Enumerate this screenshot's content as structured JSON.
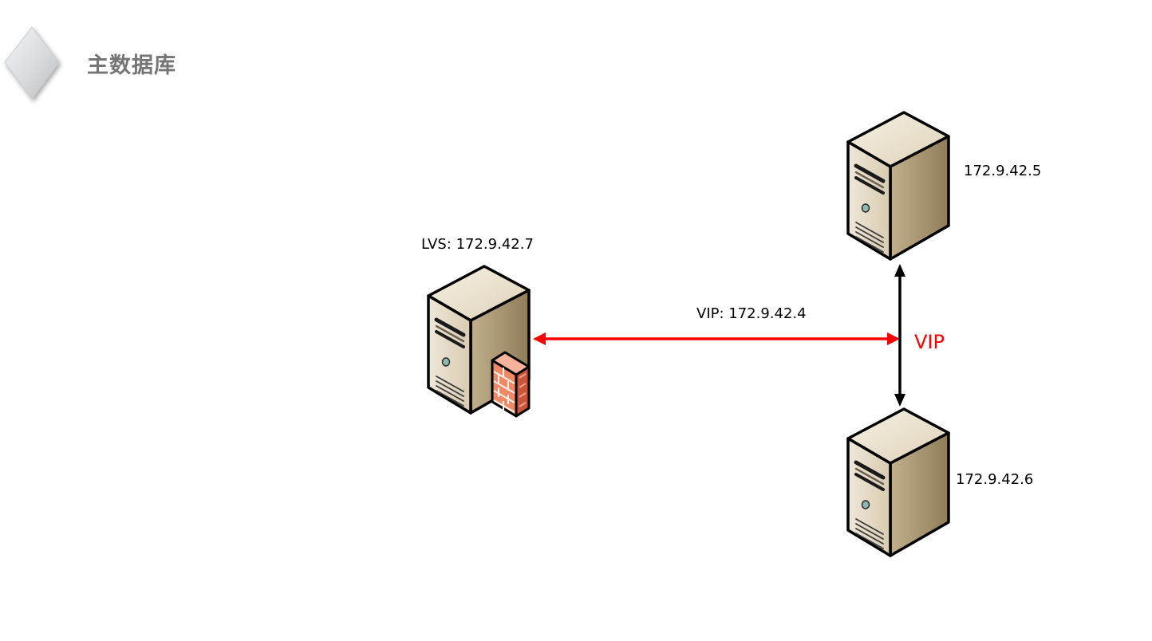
{
  "header": {
    "title": "主数据库"
  },
  "diagram": {
    "lvs_label": "LVS: 172.9.42.7",
    "vip_link_label": "VIP: 172.9.42.4",
    "vip_tag": "VIP",
    "server_top_label": "172.9.42.5",
    "server_bottom_label": "172.9.42.6"
  },
  "colors": {
    "link_red": "#ff0000",
    "link_black": "#000000",
    "title_gray": "#757575"
  }
}
